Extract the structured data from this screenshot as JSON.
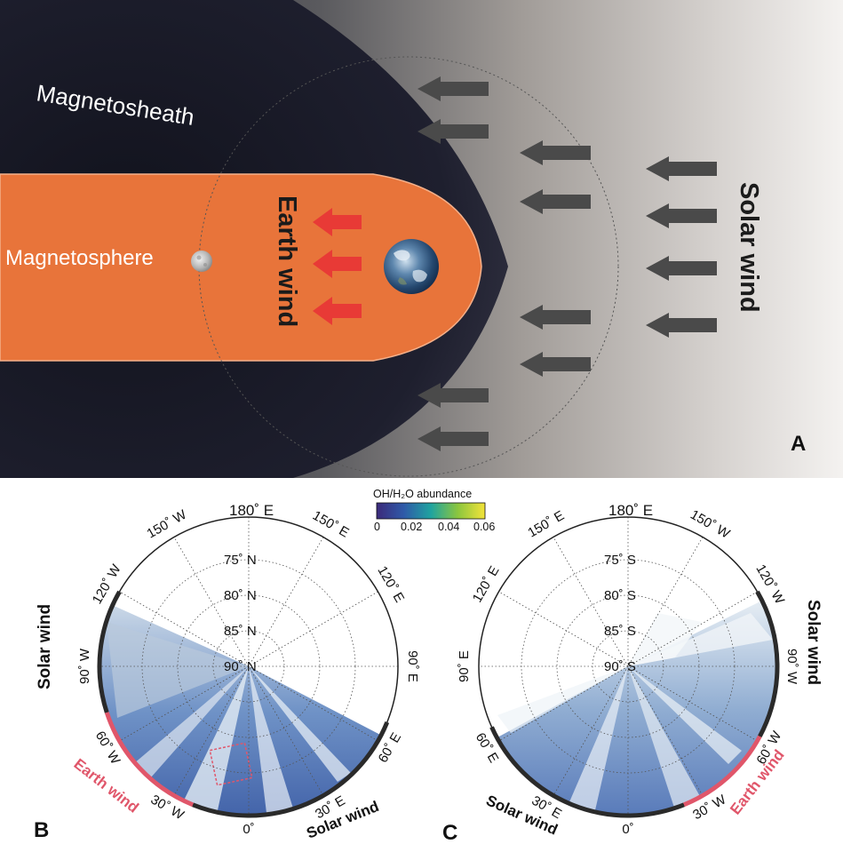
{
  "panel_a": {
    "label": "A",
    "magnetosheath": "Magnetosheath",
    "magnetosphere": "Magnetosphere",
    "earth_wind": "Earth wind",
    "solar_wind": "Solar wind"
  },
  "panel_b": {
    "label": "B",
    "top_lon": "180˚ E",
    "colorbar": {
      "title": "OH/H₂O abundance",
      "ticks": [
        "0",
        "0.02",
        "0.04",
        "0.06"
      ]
    },
    "lat_labels": [
      "75˚ N",
      "80˚ N",
      "85˚ N",
      "90˚ N"
    ],
    "lon_labels": [
      {
        "text": "150˚ E",
        "angle": 30
      },
      {
        "text": "120˚ E",
        "angle": 60
      },
      {
        "text": "90˚ E",
        "angle": 90
      },
      {
        "text": "60˚ E",
        "angle": 120
      },
      {
        "text": "30˚ E",
        "angle": 150
      },
      {
        "text": "0˚",
        "angle": 180
      },
      {
        "text": "30˚ W",
        "angle": 210
      },
      {
        "text": "60˚ W",
        "angle": 240
      },
      {
        "text": "90˚ W",
        "angle": 270
      },
      {
        "text": "120˚ W",
        "angle": 300
      },
      {
        "text": "150˚ W",
        "angle": 330
      }
    ],
    "solar_wind_left": "Solar wind",
    "earth_wind": "Earth wind",
    "solar_wind_bottom": "Solar wind"
  },
  "panel_c": {
    "label": "C",
    "top_lon": "180˚ E",
    "lat_labels": [
      "75˚ S",
      "80˚ S",
      "85˚ S",
      "90˚ S"
    ],
    "lon_labels": [
      {
        "text": "150˚ W",
        "angle": 30
      },
      {
        "text": "120˚ W",
        "angle": 60
      },
      {
        "text": "90˚ W",
        "angle": 90
      },
      {
        "text": "60˚ W",
        "angle": 120
      },
      {
        "text": "30˚ W",
        "angle": 150
      },
      {
        "text": "0˚",
        "angle": 180
      },
      {
        "text": "30˚ E",
        "angle": 210
      },
      {
        "text": "60˚ E",
        "angle": 240
      },
      {
        "text": "90˚ E",
        "angle": 270
      },
      {
        "text": "120˚ E",
        "angle": 300
      },
      {
        "text": "150˚ E",
        "angle": 330
      }
    ],
    "solar_wind_right": "Solar wind",
    "earth_wind": "Earth wind",
    "solar_wind_bottom": "Solar wind"
  },
  "colors": {
    "magnetosphere": "#e8743a",
    "magnetosheath": "#1e1f2e",
    "earth_wind_arrow": "#e83a36",
    "solar_wind_arrow": "#4a4a4a",
    "earth_wind_arc": "#e0566a",
    "solar_wind_arc": "#2a2a2a"
  }
}
